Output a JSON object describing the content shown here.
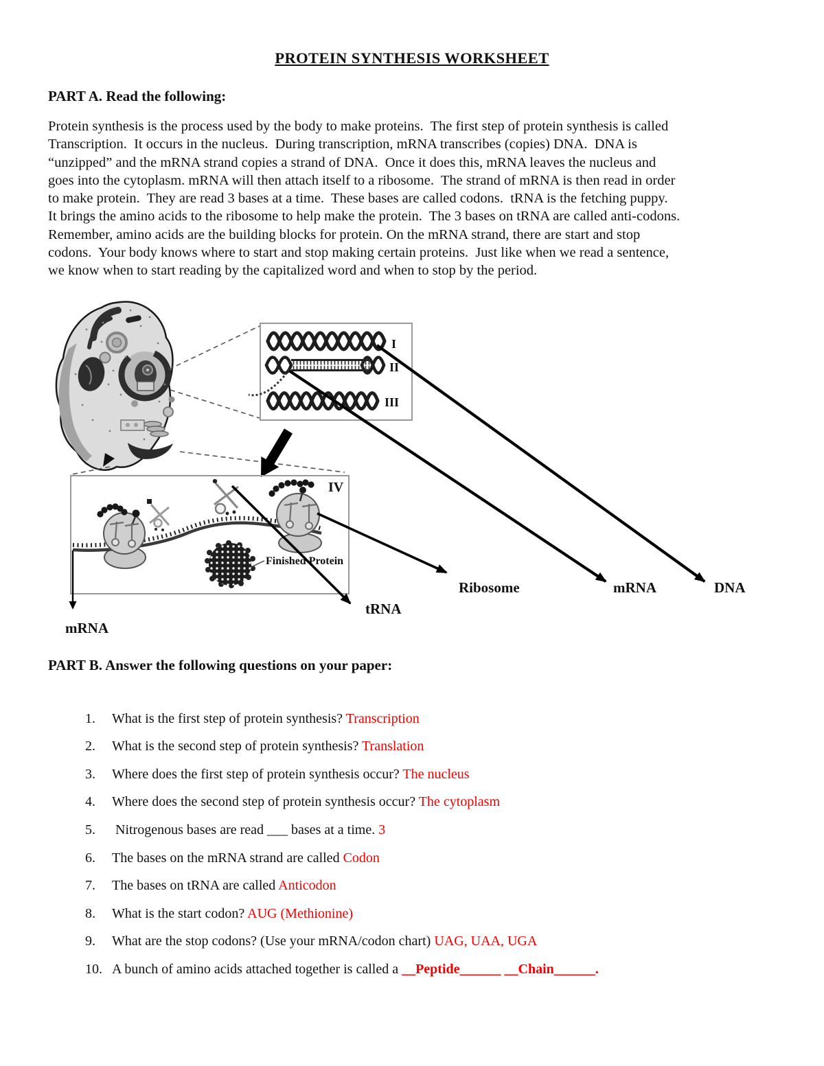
{
  "title": "PROTEIN SYNTHESIS WORKSHEET",
  "colors": {
    "answer_red": "#f40000",
    "ink": "#111111"
  },
  "part_a": {
    "heading": "PART A. Read the following:",
    "paragraph_lines": [
      "Protein synthesis is the process used by the body to make proteins.  The first step of protein synthesis is called",
      "Transcription.  It occurs in the nucleus.  During transcription, mRNA transcribes (copies) DNA.  DNA is",
      "“unzipped” and the mRNA strand copies a strand of DNA.  Once it does this, mRNA leaves the nucleus and",
      "goes into the cytoplasm. mRNA will then attach itself to a ribosome.  The strand of mRNA is then read in order",
      "to make protein.  They are read 3 bases at a time.  These bases are called codons.  tRNA is the fetching puppy.",
      "It brings the amino acids to the ribosome to help make the protein.  The 3 bases on tRNA are called anti-codons.",
      "Remember, amino acids are the building blocks for protein. On the mRNA strand, there are start and stop",
      "codons.  Your body knows where to start and stop making certain proteins.  Just like when we read a sentence,",
      "we know when to start reading by the capitalized word and when to stop by the period."
    ]
  },
  "diagram": {
    "stage_labels": {
      "one": "I",
      "two": "II",
      "three": "III",
      "four": "IV"
    },
    "labels": {
      "finished_protein": "Finished Protein",
      "ribosome": "Ribosome",
      "mrna_right": "mRNA",
      "dna": "DNA",
      "trna": "tRNA",
      "mrna_left": "mRNA"
    }
  },
  "part_b": {
    "heading": "PART B. Answer the following questions on your paper:",
    "questions": [
      {
        "num": "1.",
        "q": "What is the first step of protein synthesis? ",
        "a": "Transcription"
      },
      {
        "num": "2.",
        "q": "What is the second step of protein synthesis? ",
        "a": "Translation"
      },
      {
        "num": "3.",
        "q": "Where does the first step of protein synthesis occur? ",
        "a": "The nucleus"
      },
      {
        "num": "4.",
        "q": "Where does the second step of protein synthesis occur? ",
        "a": "The cytoplasm"
      },
      {
        "num": "5.",
        "q": " Nitrogenous bases are read ___ bases at a time. ",
        "a": "3"
      },
      {
        "num": "6.",
        "q": "The bases on the mRNA strand are called ",
        "a": "Codon"
      },
      {
        "num": "7.",
        "q": "The bases on tRNA are called ",
        "a": "Anticodon"
      },
      {
        "num": "8.",
        "q": "What is the start codon? ",
        "a": "AUG (Methionine)"
      },
      {
        "num": "9.",
        "q": "What are the stop codons? (Use your mRNA/codon chart) ",
        "a": "UAG, UAA, UGA"
      },
      {
        "num": "10.",
        "q": "A bunch of amino acids attached together is called a ",
        "a": "__Peptide______ __Chain______."
      }
    ]
  }
}
